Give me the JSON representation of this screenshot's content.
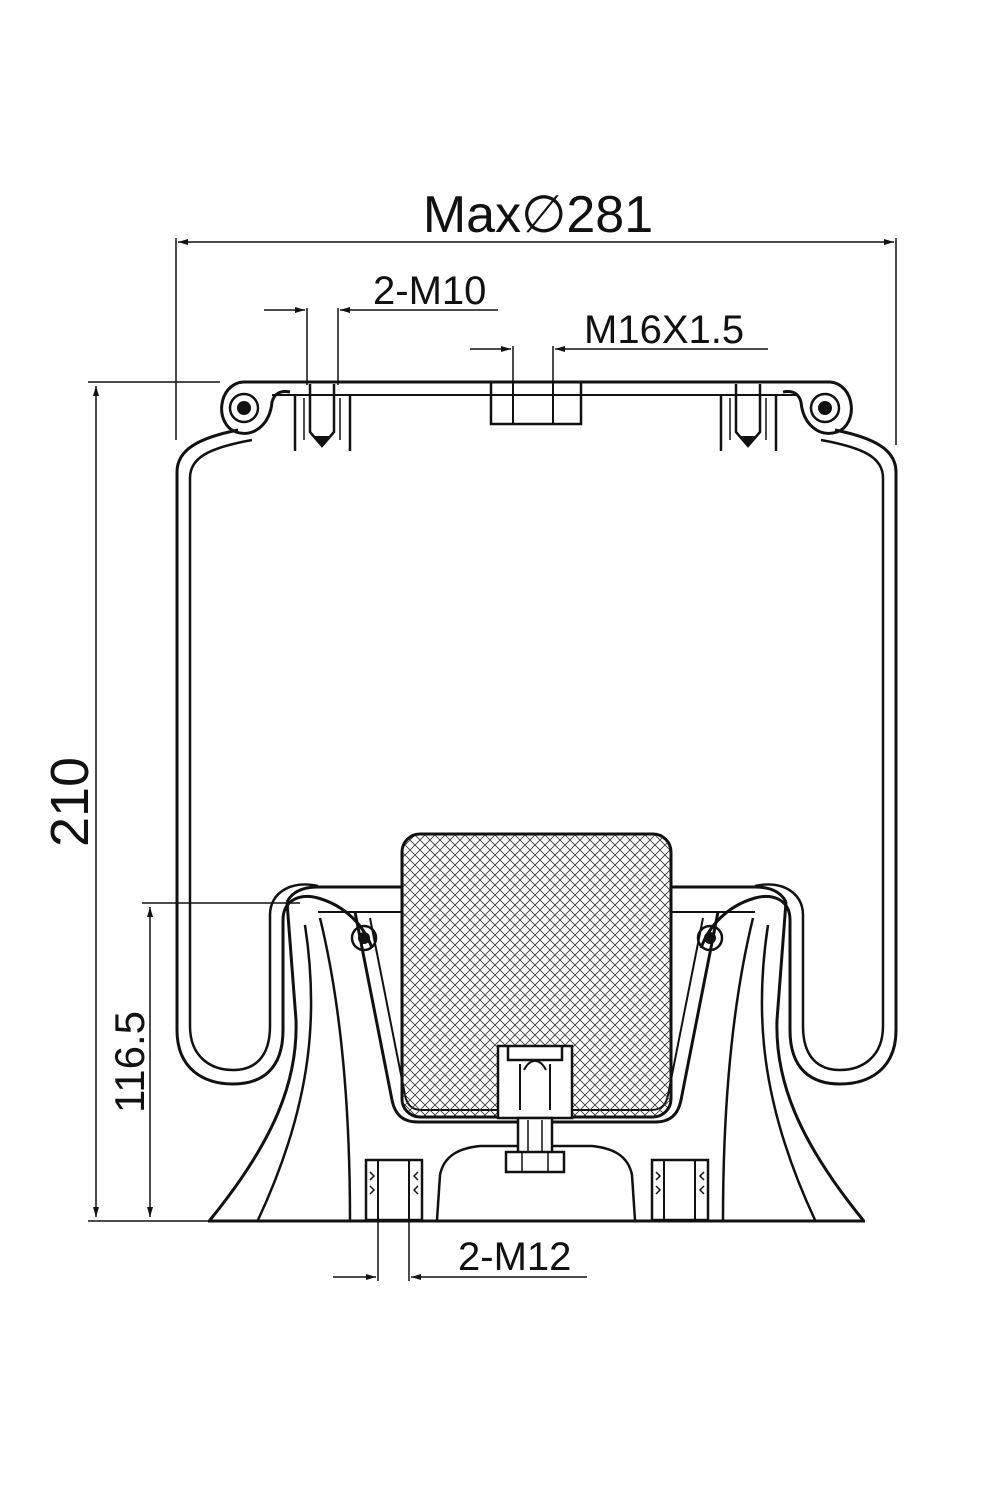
{
  "dimensions": {
    "max_diameter": "Max∅281",
    "top_studs": "2-M10",
    "air_inlet": "M16X1.5",
    "overall_height": "210",
    "piston_height": "116.5",
    "bottom_studs": "2-M12"
  },
  "colors": {
    "line": "#111111",
    "background": "#ffffff"
  }
}
